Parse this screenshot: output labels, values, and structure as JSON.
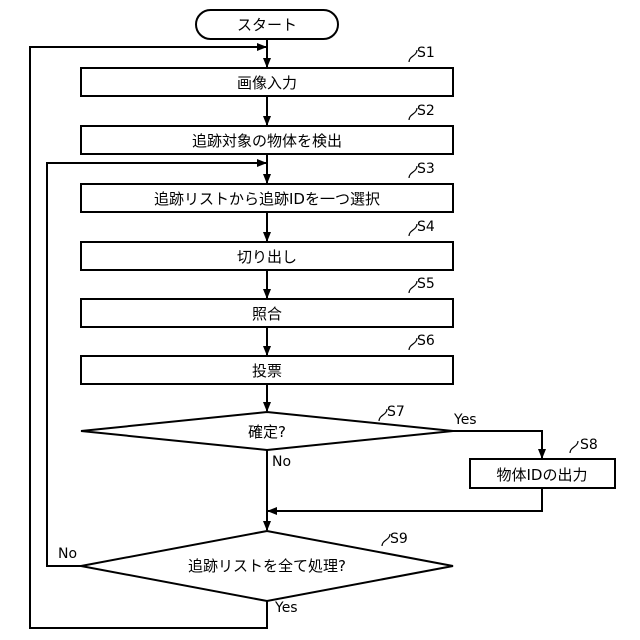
{
  "start": {
    "label": "スタート"
  },
  "steps": [
    {
      "id": "S1",
      "label": "画像入力"
    },
    {
      "id": "S2",
      "label": "追跡対象の物体を検出"
    },
    {
      "id": "S3",
      "label": "追跡リストから追跡IDを一つ選択"
    },
    {
      "id": "S4",
      "label": "切り出し"
    },
    {
      "id": "S5",
      "label": "照合"
    },
    {
      "id": "S6",
      "label": "投票"
    }
  ],
  "decisions": [
    {
      "id": "S7",
      "label": "確定?",
      "yes": "Yes",
      "no": "No"
    },
    {
      "id": "S9",
      "label": "追跡リストを全て処理?",
      "yes": "Yes",
      "no": "No"
    }
  ],
  "output": {
    "id": "S8",
    "label": "物体IDの出力"
  }
}
